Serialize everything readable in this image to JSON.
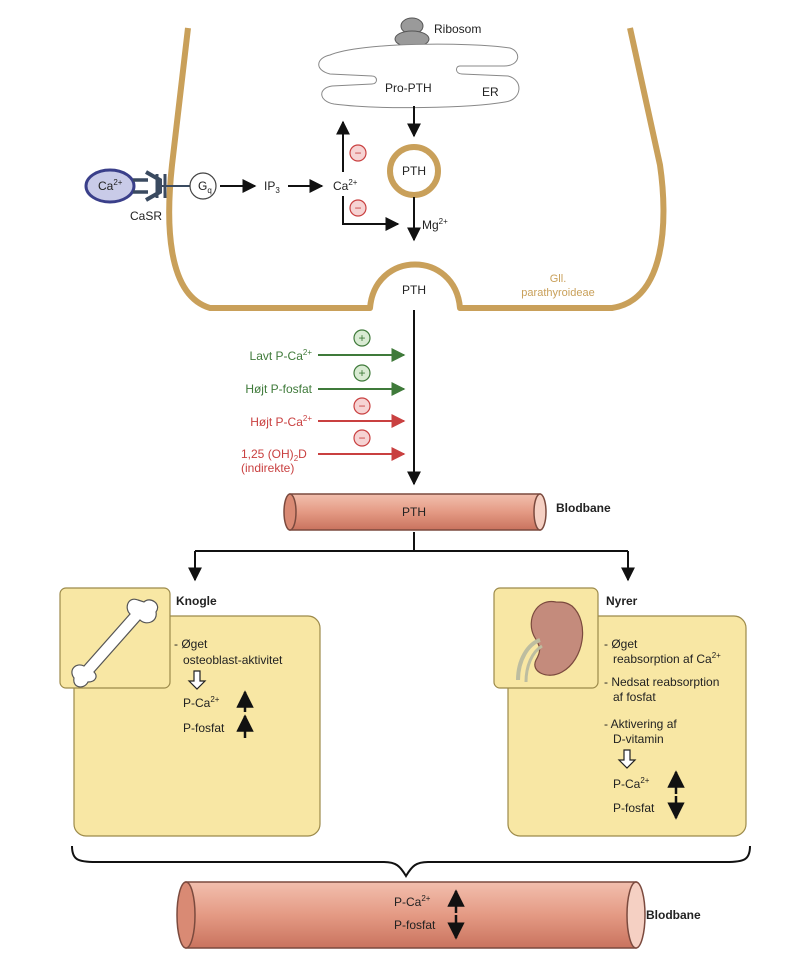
{
  "colors": {
    "gland_wall": "#C9A05A",
    "green": "#3F7A3A",
    "red": "#C94040",
    "box_fill": "#F8E7A4",
    "box_stroke": "#9C8A4A",
    "vessel": "#E9A38E",
    "vessel_stroke": "#7B4A3E",
    "receptor_fill": "#C9CBE8",
    "receptor_stroke": "#3A3F8A"
  },
  "cell": {
    "ribosome_label": "Ribosom",
    "pro_pth_label": "Pro-PTH",
    "er_label": "ER",
    "pth_inside_label": "PTH",
    "pth_secreted_label": "PTH",
    "gland_label": [
      "Gll.",
      "parathyroideae"
    ],
    "receptor": {
      "ion_label": "Ca",
      "ion_sup": "2+",
      "name": "CaSR"
    },
    "gq_label": "G",
    "gq_sub": "q",
    "ip3_label": "IP",
    "ip3_sub": "3",
    "ca_label": "Ca",
    "ca_sup": "2+",
    "mg_label": "Mg",
    "mg_sup": "2+",
    "minus_sign": "−",
    "plus_sign": "+"
  },
  "regulators": [
    {
      "text": "Lavt P-Ca",
      "sup": "2+",
      "sign": "+",
      "kind": "stimulating"
    },
    {
      "text": "Højt P-fosfat",
      "sup": "",
      "sign": "+",
      "kind": "stimulating"
    },
    {
      "text": "Højt P-Ca",
      "sup": "2+",
      "sign": "−",
      "kind": "inhibiting"
    },
    {
      "text": "1,25 (OH)",
      "sub": "2",
      "text2": "D",
      "line2": "(indirekte)",
      "sign": "−",
      "kind": "inhibiting"
    }
  ],
  "bloodstream_top": {
    "inner_label": "PTH",
    "side_label": "Blodbane"
  },
  "bone": {
    "title": "Knogle",
    "effect_line1": "- Øget",
    "effect_line2": "osteoblast-aktivitet",
    "result1": "P-Ca",
    "result1_sup": "2+",
    "result2": "P-fosfat"
  },
  "kidney": {
    "title": "Nyrer",
    "effect1_line1": "- Øget",
    "effect1_line2": "reabsorption af Ca",
    "effect1_sup": "2+",
    "effect2_line1": "- Nedsat reabsorption",
    "effect2_line2": "af fosfat",
    "effect3_line1": "- Aktivering af",
    "effect3_line2": "D-vitamin",
    "result1": "P-Ca",
    "result1_sup": "2+",
    "result2": "P-fosfat"
  },
  "bloodstream_bottom": {
    "line1": "P-Ca",
    "line1_sup": "2+",
    "line2": "P-fosfat",
    "side_label": "Blodbane"
  }
}
